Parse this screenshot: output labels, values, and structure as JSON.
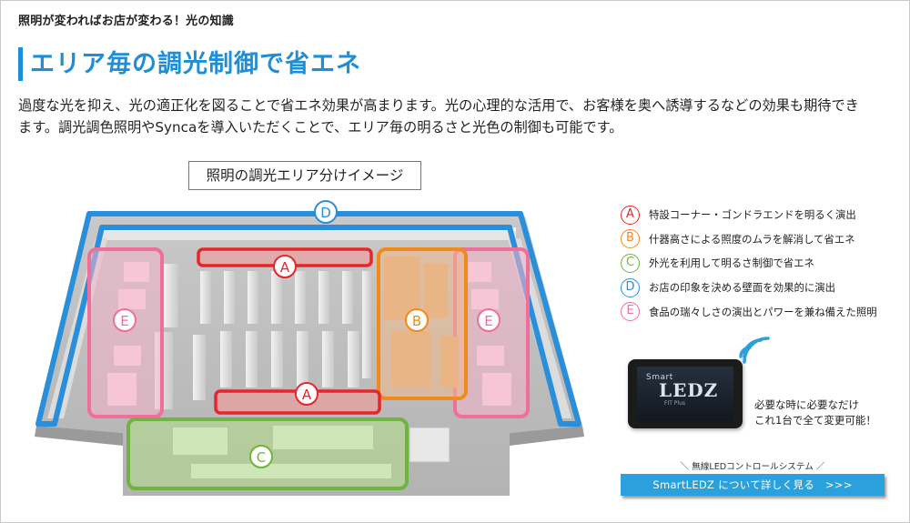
{
  "page": {
    "top_title": "照明が変わればお店が変わる！光の知識",
    "heading": "エリア毎の調光制御で省エネ",
    "intro_line1": "過度な光を抑え、光の適正化を図ることで省エネ効果が高まります。光の心理的な活用で、お客様を奥へ誘導するなどの効果も期待でき",
    "intro_line2": "ます。調光調色照明やSyncaを導入いただくことで、エリア毎の明るさと光色の制御も可能です。"
  },
  "map": {
    "caption": "照明の調光エリア分けイメージ",
    "zone_labels": {
      "a_top": "A",
      "a_bottom": "A",
      "b": "B",
      "c": "C",
      "d": "D",
      "e_left": "E",
      "e_right": "E"
    }
  },
  "legend": {
    "items": [
      {
        "letter": "A",
        "text": "特設コーナー・ゴンドラエンドを明るく演出",
        "color": "#e5262a"
      },
      {
        "letter": "B",
        "text": "什器高さによる照度のムラを解消して省エネ",
        "color": "#f08a1c"
      },
      {
        "letter": "C",
        "text": "外光を利用して明るさ制御で省エネ",
        "color": "#6fb43f"
      },
      {
        "letter": "D",
        "text": "お店の印象を決める壁面を効果的に演出",
        "color": "#2a8fdb"
      },
      {
        "letter": "E",
        "text": "食品の瑞々しさの演出とパワーを兼ね備えた照明",
        "color": "#ef6f9a"
      }
    ]
  },
  "device": {
    "logo_smart": "Smart",
    "logo_ledz": "LEDZ",
    "logo_fit": "FIT Plus"
  },
  "promo": {
    "line1": "必要な時に必要なだけ",
    "line2": "これ1台で全て変更可能！"
  },
  "cta": {
    "system_label": "＼ 無線LEDコントロールシステム ／",
    "button_label": "SmartLEDZ について詳しく見る　>>>"
  },
  "colors": {
    "accent_blue": "#1e8fd6",
    "zone_a": "#e5262a",
    "zone_b": "#f08a1c",
    "zone_c": "#6fb43f",
    "zone_d": "#2a8fdb",
    "zone_e": "#ef6f9a",
    "cta_bg": "#2aa1dd"
  }
}
